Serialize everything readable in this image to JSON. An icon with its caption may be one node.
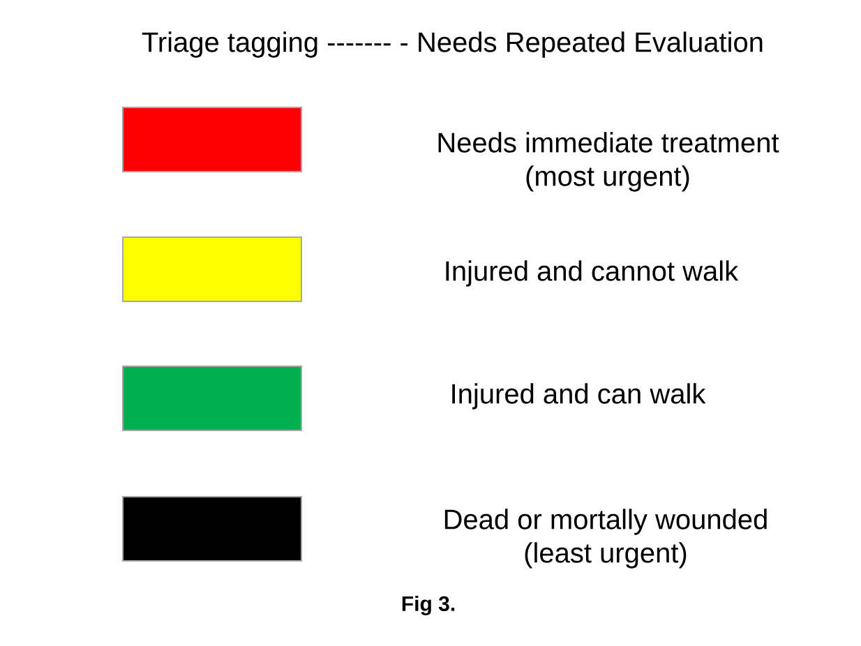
{
  "diagram": {
    "title": "Triage tagging ------- - Needs Repeated Evaluation",
    "legend": [
      {
        "text": "Needs immediate treatment (most urgent)",
        "color": "#ff0000"
      },
      {
        "text": "Injured and cannot walk",
        "color": "#ffff00"
      },
      {
        "text": "Injured and can walk",
        "color": "#00b050"
      },
      {
        "text": "Dead or mortally wounded (least urgent)",
        "color": "#000000"
      }
    ],
    "caption": "Fig 3."
  }
}
